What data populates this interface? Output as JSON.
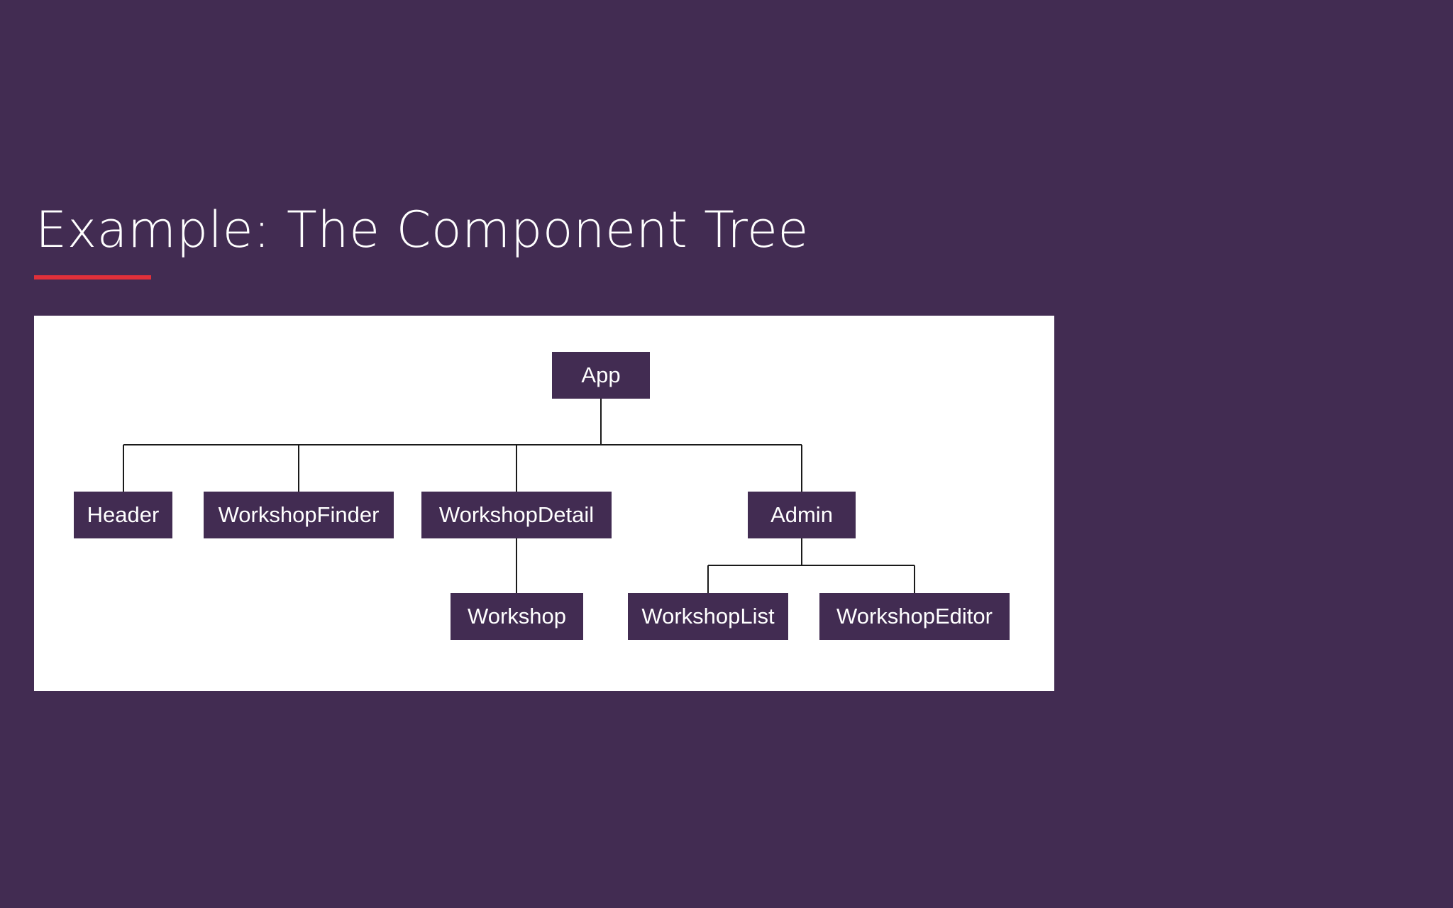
{
  "slide": {
    "title": "Example: The Component Tree",
    "accent_color": "#e0303a",
    "background_color": "#422c52",
    "panel_color": "#ffffff"
  },
  "tree": {
    "nodes": {
      "app": "App",
      "header": "Header",
      "workshop_finder": "WorkshopFinder",
      "workshop_detail": "WorkshopDetail",
      "admin": "Admin",
      "workshop": "Workshop",
      "workshop_list": "WorkshopList",
      "workshop_editor": "WorkshopEditor"
    },
    "edges": [
      [
        "App",
        "Header"
      ],
      [
        "App",
        "WorkshopFinder"
      ],
      [
        "App",
        "WorkshopDetail"
      ],
      [
        "App",
        "Admin"
      ],
      [
        "WorkshopDetail",
        "Workshop"
      ],
      [
        "Admin",
        "WorkshopList"
      ],
      [
        "Admin",
        "WorkshopEditor"
      ]
    ]
  }
}
